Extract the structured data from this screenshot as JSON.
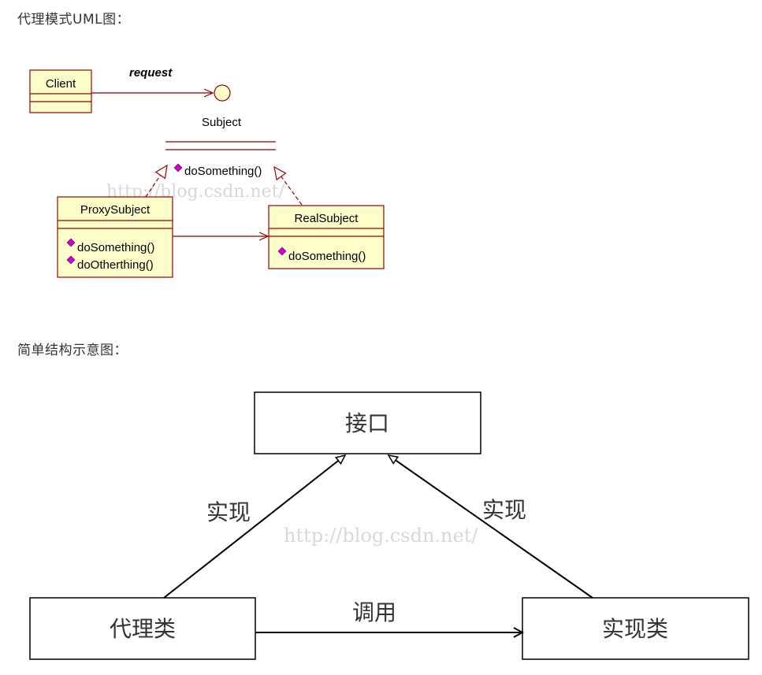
{
  "headings": {
    "uml": "代理模式UML图：",
    "simple": "简单结构示意图："
  },
  "uml": {
    "client": "Client",
    "request": "request",
    "subject": "Subject",
    "subject_op": "doSomething()",
    "proxy": "ProxySubject",
    "proxy_ops": [
      "doSomething()",
      "doOtherthing()"
    ],
    "real": "RealSubject",
    "real_op": "doSomething()",
    "watermark": "http://blog.csdn.net/"
  },
  "simple": {
    "interface": "接口",
    "proxy": "代理类",
    "real": "实现类",
    "impl_left": "实现",
    "impl_right": "实现",
    "call": "调用",
    "watermark": "http://blog.csdn.net/"
  },
  "colors": {
    "uml_border": "#990000",
    "uml_fill": "#ffffcc",
    "op_icon": "#cc00cc",
    "line": "#000000"
  }
}
